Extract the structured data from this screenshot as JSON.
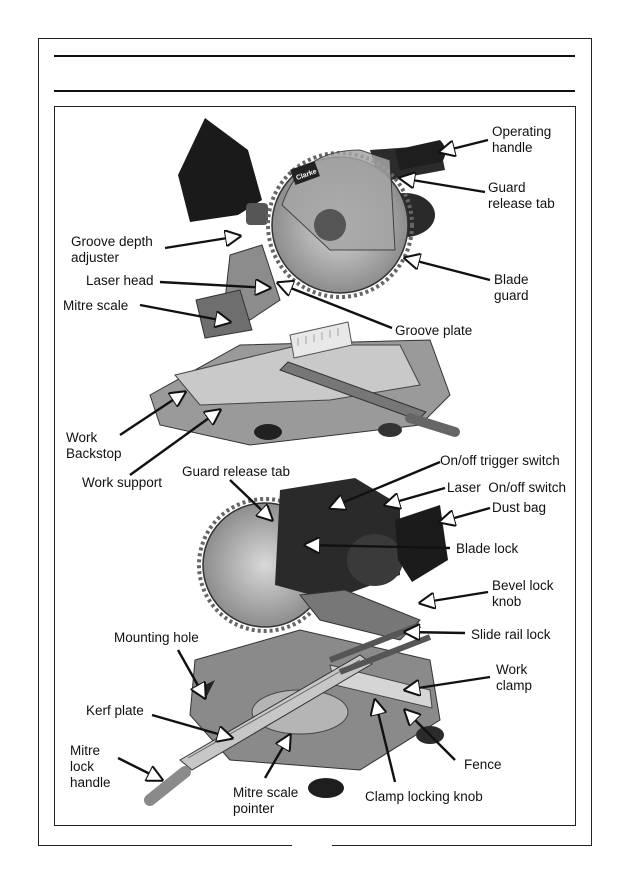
{
  "labels": {
    "operating_handle": "Operating\nhandle",
    "guard_release_tab_top": "Guard\nrelease tab",
    "groove_depth_adjuster": "Groove depth\nadjuster",
    "laser_head": "Laser head",
    "blade_guard": "Blade\nguard",
    "mitre_scale": "Mitre scale",
    "groove_plate": "Groove plate",
    "work_backstop": "Work\nBackstop",
    "work_support": "Work support",
    "guard_release_tab_bottom": "Guard release tab",
    "on_off_trigger_switch": "On/off trigger switch",
    "laser_on_off_switch": "Laser  On/off switch",
    "dust_bag": "Dust bag",
    "blade_lock": "Blade lock",
    "bevel_lock_knob": "Bevel lock\nknob",
    "slide_rail_lock": "Slide rail lock",
    "mounting_hole": "Mounting hole",
    "work_clamp": "Work\nclamp",
    "kerf_plate": "Kerf plate",
    "mitre_lock_handle": "Mitre\nlock\nhandle",
    "fence": "Fence",
    "mitre_scale_pointer": "Mitre scale\npointer",
    "clamp_locking_knob": "Clamp locking knob"
  },
  "brand_badge": "Clarke",
  "colors": {
    "ink": "#111111",
    "metal_light": "#bdbdbd",
    "metal_mid": "#8c8c8c",
    "metal_dark": "#3a3a3a",
    "black_part": "#1a1a1a"
  }
}
